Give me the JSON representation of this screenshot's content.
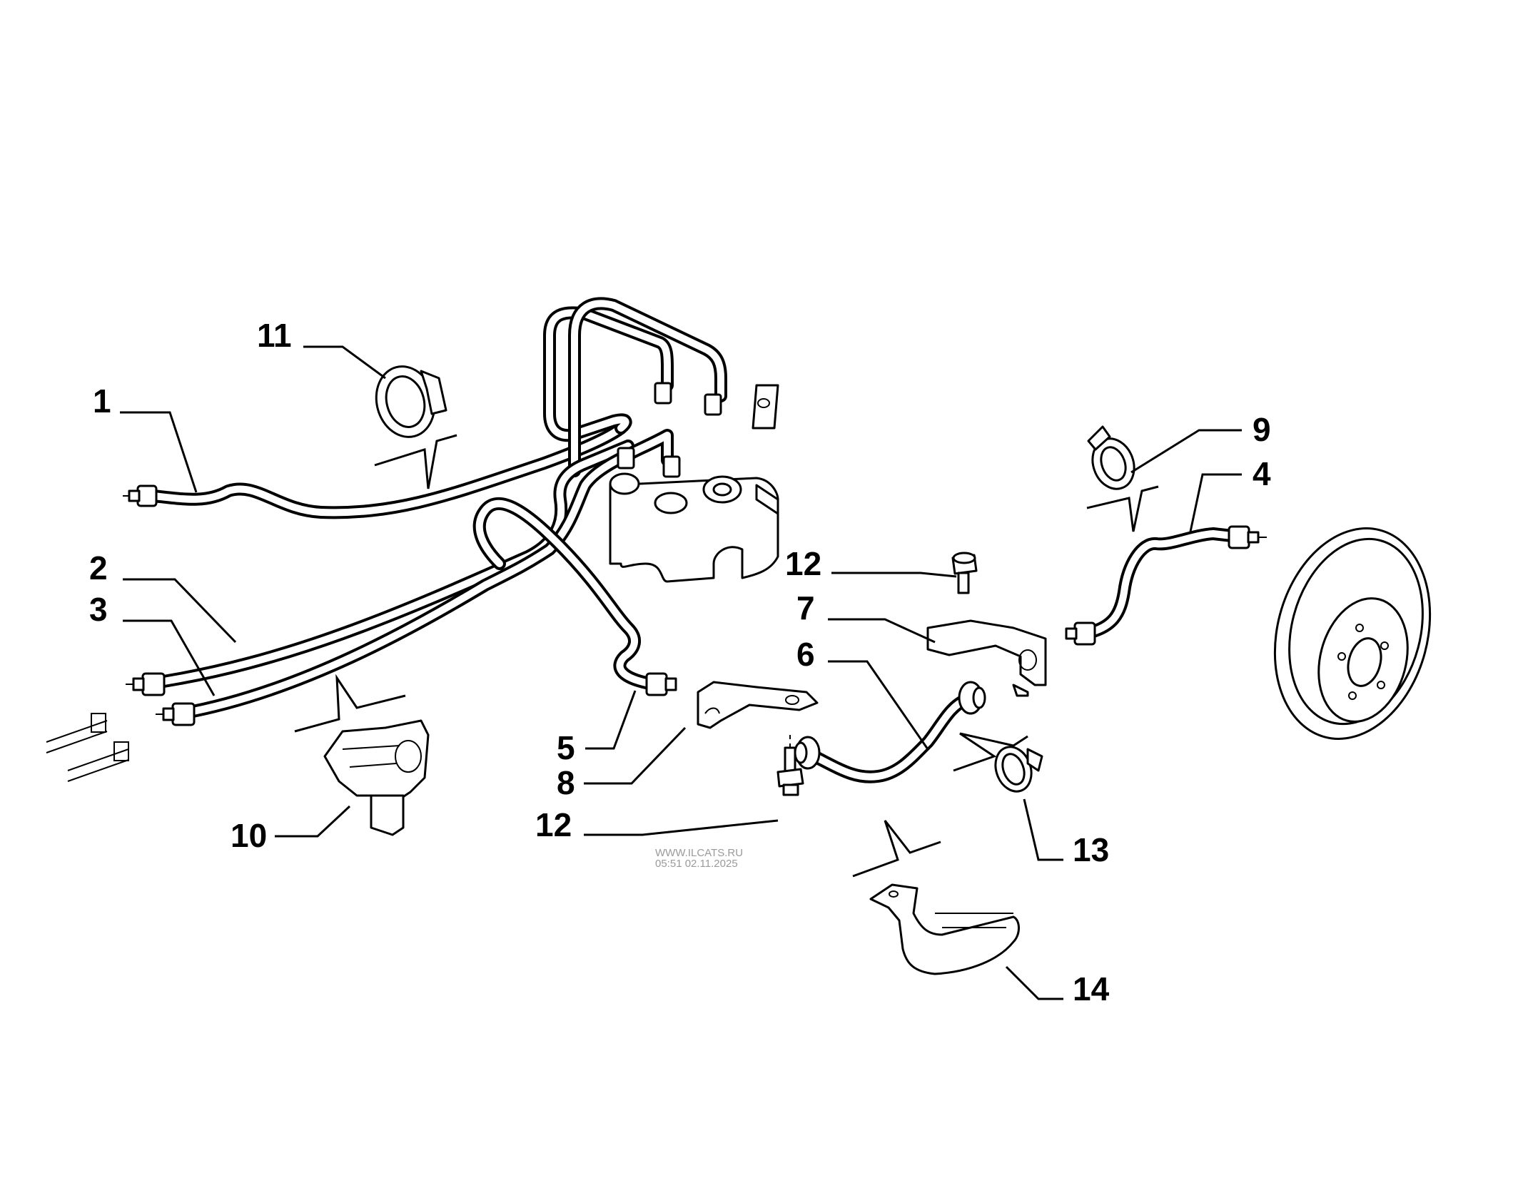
{
  "callouts": [
    "1",
    "2",
    "3",
    "4",
    "5",
    "6",
    "7",
    "8",
    "9",
    "10",
    "11",
    "12",
    "12",
    "13",
    "14"
  ],
  "watermark": {
    "line1": "WWW.ILCATS.RU",
    "line2": "05:51 02.11.2025"
  }
}
